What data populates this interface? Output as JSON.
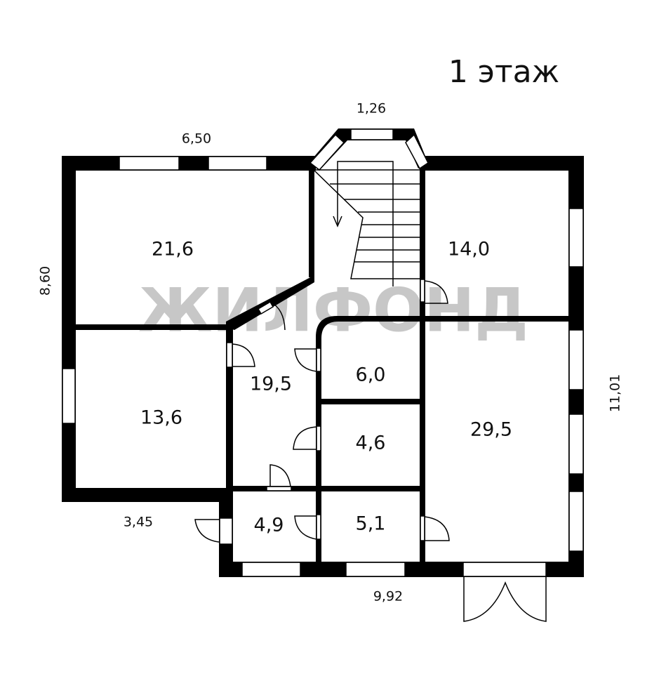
{
  "title": "1 этаж",
  "watermark": "ЖИЛФОНД",
  "dimensions": {
    "top_left": "6,50",
    "bay": "1,26",
    "left": "8,60",
    "right": "11,01",
    "bottom_left": "3,45",
    "bottom": "9,92"
  },
  "rooms": [
    {
      "area": "21,6"
    },
    {
      "area": "14,0"
    },
    {
      "area": "19,5"
    },
    {
      "area": "6,0"
    },
    {
      "area": "13,6"
    },
    {
      "area": "4,6"
    },
    {
      "area": "29,5"
    },
    {
      "area": "4,9"
    },
    {
      "area": "5,1"
    }
  ],
  "colors": {
    "wall": "#000000",
    "watermark": "#9a9a9a"
  }
}
